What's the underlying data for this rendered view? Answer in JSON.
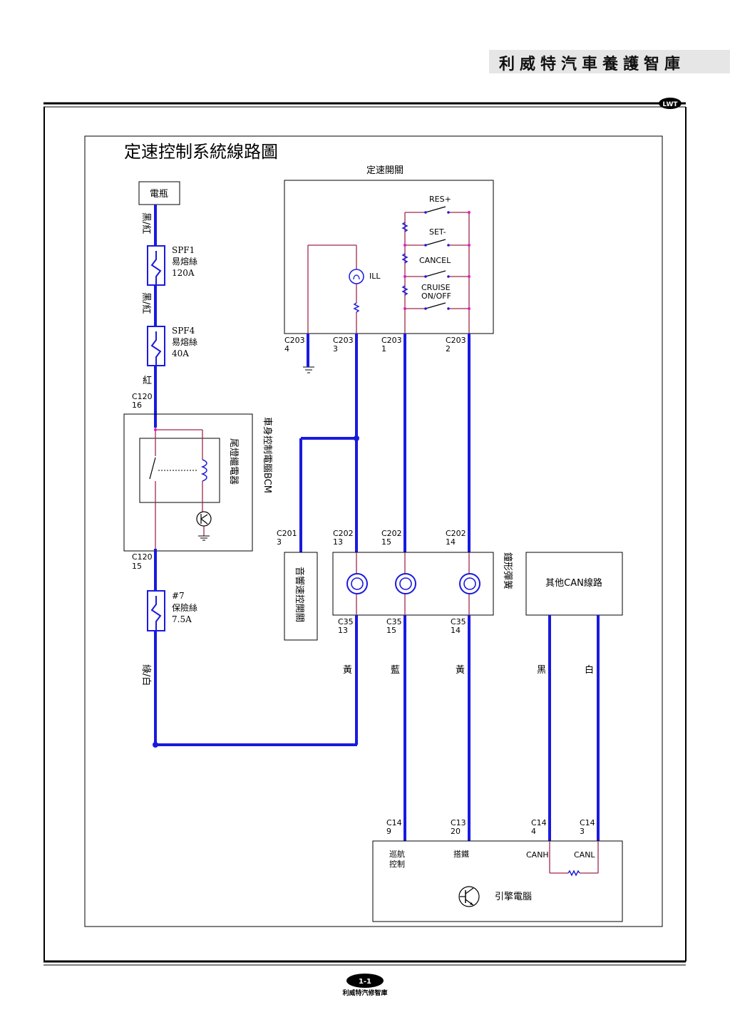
{
  "header": {
    "title": "利威特汽車養護智庫",
    "logo_text": "LWT"
  },
  "diagram": {
    "title": "定速控制系統線路圖",
    "battery": "電瓶",
    "fuses": [
      {
        "name": "SPF1",
        "type": "易熔絲",
        "rating": "120A"
      },
      {
        "name": "SPF4",
        "type": "易熔絲",
        "rating": "40A"
      },
      {
        "name": "#7",
        "type": "保險絲",
        "rating": "7.5A"
      }
    ],
    "wire_colors": {
      "black_red_1": "黑/紅",
      "black_red_2": "黑/紅",
      "red": "紅",
      "green_white": "綠/白",
      "yellow_1": "黃",
      "blue": "藍",
      "yellow_2": "黃",
      "black": "黑",
      "white": "白"
    },
    "cruise_switch": {
      "title": "定速開關",
      "switches": [
        "RES+",
        "SET-",
        "CANCEL",
        "CRUISE",
        "ON/OFF"
      ],
      "lamp": "ILL"
    },
    "connectors": {
      "c203_4": [
        "C203",
        "4"
      ],
      "c203_3": [
        "C203",
        "3"
      ],
      "c203_1": [
        "C203",
        "1"
      ],
      "c203_2": [
        "C203",
        "2"
      ],
      "c120_16": [
        "C120",
        "16"
      ],
      "c120_15": [
        "C120",
        "15"
      ],
      "c201_3": [
        "C201",
        "3"
      ],
      "c202_13": [
        "C202",
        "13"
      ],
      "c202_15": [
        "C202",
        "15"
      ],
      "c202_14": [
        "C202",
        "14"
      ],
      "c35_13": [
        "C35",
        "13"
      ],
      "c35_15": [
        "C35",
        "15"
      ],
      "c35_14": [
        "C35",
        "14"
      ],
      "c14_9": [
        "C14",
        "9"
      ],
      "c13_20": [
        "C13",
        "20"
      ],
      "c14_4": [
        "C14",
        "4"
      ],
      "c14_3": [
        "C14",
        "3"
      ]
    },
    "bcm": "車身控制電腦BCM",
    "tail_relay": "尾燈繼電器",
    "horn_switch": "音響速控開關",
    "clock_spring": "鐘形彈簧",
    "other_can": "其他CAN線路",
    "ecm": {
      "name": "引擎電腦",
      "cruise_line1": "巡航",
      "cruise_line2": "控制",
      "ground": "搭鐵",
      "canh": "CANH",
      "canl": "CANL"
    }
  },
  "footer": {
    "page": "1-1",
    "brand": "利威特汽修智庫"
  },
  "colors": {
    "wire_main": "#1a1adf",
    "wire_thin": "#a0284a",
    "junction": "#e020c0"
  }
}
